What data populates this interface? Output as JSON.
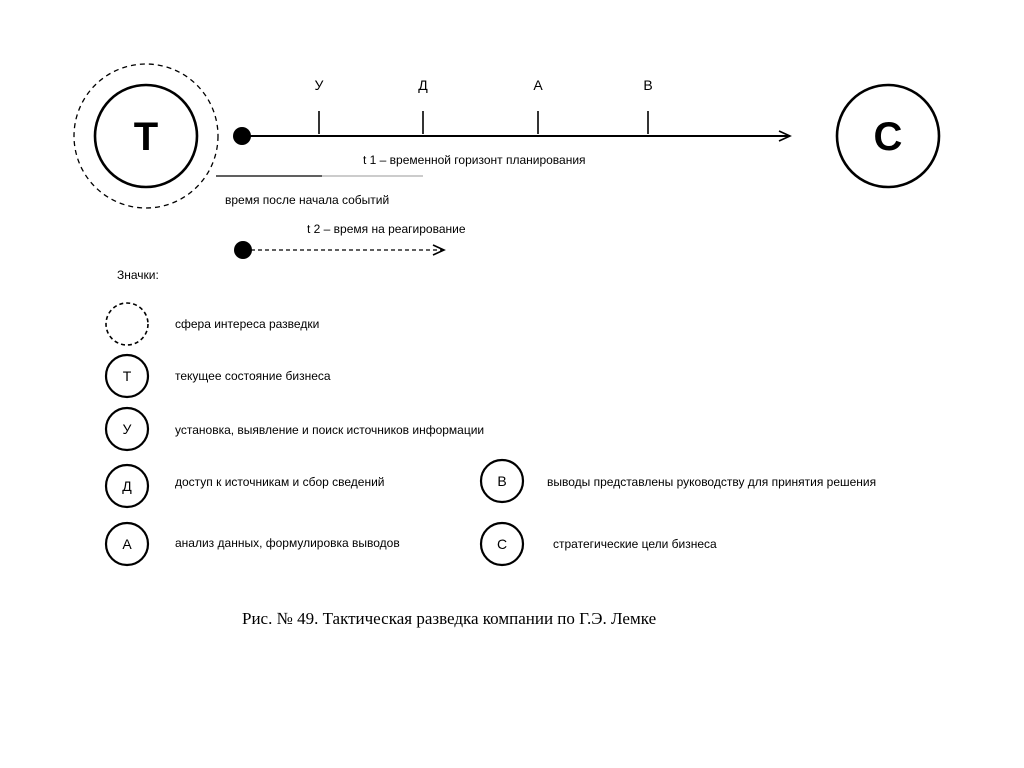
{
  "diagram": {
    "start_node": "Т",
    "end_node": "С",
    "timeline_marks": [
      "У",
      "Д",
      "А",
      "В"
    ],
    "t1_label": "t 1 – временной горизонт планирования",
    "elapsed_label": "время после начала событий",
    "t2_label": "t 2 – время на реагирование"
  },
  "legend": {
    "title": "Значки:",
    "items": [
      {
        "symbol": "",
        "text": "сфера интереса разведки"
      },
      {
        "symbol": "Т",
        "text": "текущее состояние бизнеса"
      },
      {
        "symbol": "У",
        "text": "установка, выявление и поиск источников информации"
      },
      {
        "symbol": "Д",
        "text": "доступ к источникам и сбор сведений"
      },
      {
        "symbol": "А",
        "text": "анализ данных, формулировка выводов"
      },
      {
        "symbol": "В",
        "text": "выводы представлены руководству для принятия решения"
      },
      {
        "symbol": "С",
        "text": "стратегические цели бизнеса"
      }
    ]
  },
  "caption": "Рис. № 49. Тактическая разведка компании по Г.Э. Лемке"
}
